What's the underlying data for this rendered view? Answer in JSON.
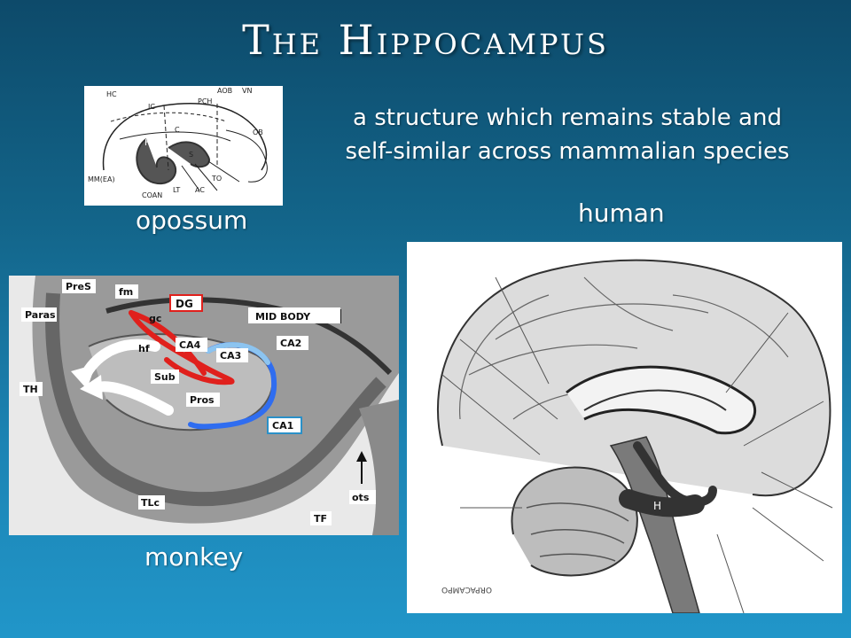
{
  "slide": {
    "title": "The Hippocampus",
    "subtitle_line1": "a structure which remains stable and",
    "subtitle_line2": "self-similar across mammalian species"
  },
  "captions": {
    "opossum": "opossum",
    "human": "human",
    "monkey": "monkey"
  },
  "opossum_diagram": {
    "labels": {
      "hc": "HC",
      "ic": "IC",
      "pch": "PCH",
      "aob": "AOB",
      "vn": "VN",
      "c": "C",
      "ob": "OB",
      "h": "H",
      "s": "S",
      "mm": "MM(EA)",
      "coan": "COAN",
      "lt": "LT",
      "ac": "AC",
      "to": "TO"
    }
  },
  "monkey_section": {
    "labels": {
      "pres": "PreS",
      "fm": "fm",
      "dg": "DG",
      "paras": "Paras",
      "gc": "gc",
      "mid_body": "MID BODY",
      "hf": "hf",
      "ca4": "CA4",
      "ca2": "CA2",
      "ca3": "CA3",
      "th": "TH",
      "sub": "Sub",
      "pros": "Pros",
      "ca1": "CA1",
      "ots": "ots",
      "tlc": "TLc",
      "tf": "TF"
    }
  },
  "human_brain": {
    "labels": {
      "h": "H",
      "imprint": "ORPACAMPO"
    }
  },
  "colors": {
    "red_trace": "#e0201c",
    "blue_trace": "#2f6df0",
    "light_blue_trace": "#8cc4f0",
    "dg_box": "#e0201c",
    "ca1_box": "#2a90c8"
  }
}
